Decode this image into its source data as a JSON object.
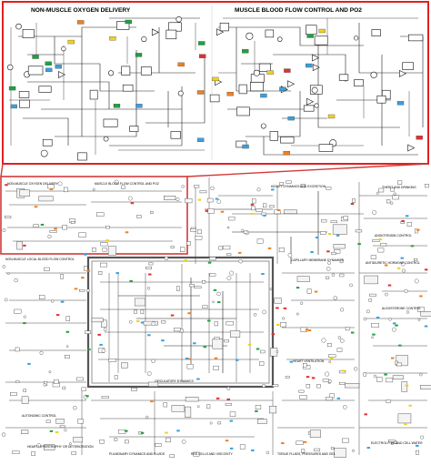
{
  "inset": {
    "title_left": "NON-MUSCLE OXYGEN DELIVERY",
    "title_right": "MUSCLE BLOOD FLOW CONTROL AND PO2",
    "frame_color": "#e02020"
  },
  "overview": {
    "highlight_color": "#d23a3a",
    "panels": [
      {
        "key": "nonmuscle_o2",
        "title": "NON-MUSCLE OXYGEN DELIVERY"
      },
      {
        "key": "muscle_bf",
        "title": "MUSCLE BLOOD FLOW CONTROL AND PO2"
      },
      {
        "key": "capillary",
        "title": "CAPILLARY MEMBRANE DYNAMICS"
      },
      {
        "key": "kidney",
        "title": "KIDNEY DYNAMICS AND EXCRETION"
      },
      {
        "key": "thirst",
        "title": "THIRST AND DRINKING"
      },
      {
        "key": "angiotensin",
        "title": "ANGIOTENSIN CONTROL"
      },
      {
        "key": "aldosterone",
        "title": "ALDOSTERONE CONTROL"
      },
      {
        "key": "adh",
        "title": "ANTIDIURETIC HORMONE CONTROL"
      },
      {
        "key": "nonmuscle_local",
        "title": "NON-MUSCLE LOCAL BLOOD FLOW CONTROL"
      },
      {
        "key": "autonomic",
        "title": "AUTONOMIC CONTROL"
      },
      {
        "key": "heart",
        "title": "HEART HYPERTROPHY OR DETERIORATION"
      },
      {
        "key": "circulatory",
        "title": "CIRCULATORY DYNAMICS"
      },
      {
        "key": "electrolytes",
        "title": "ELECTROLYTES AND CELL WATER"
      },
      {
        "key": "pulmonary",
        "title": "PULMONARY DYNAMICS AND FLUIDS"
      },
      {
        "key": "tissue_fluids",
        "title": "TISSUE FLUIDS, PRESSURES AND GEL"
      },
      {
        "key": "red_cells",
        "title": "RED CELLS AND VISCOSITY"
      },
      {
        "key": "heart_vent",
        "title": "HEART VENTILATION"
      }
    ],
    "marker_colors": [
      "#3aa0e0",
      "#f0d020",
      "#20a040",
      "#e03030",
      "#f08020"
    ]
  }
}
